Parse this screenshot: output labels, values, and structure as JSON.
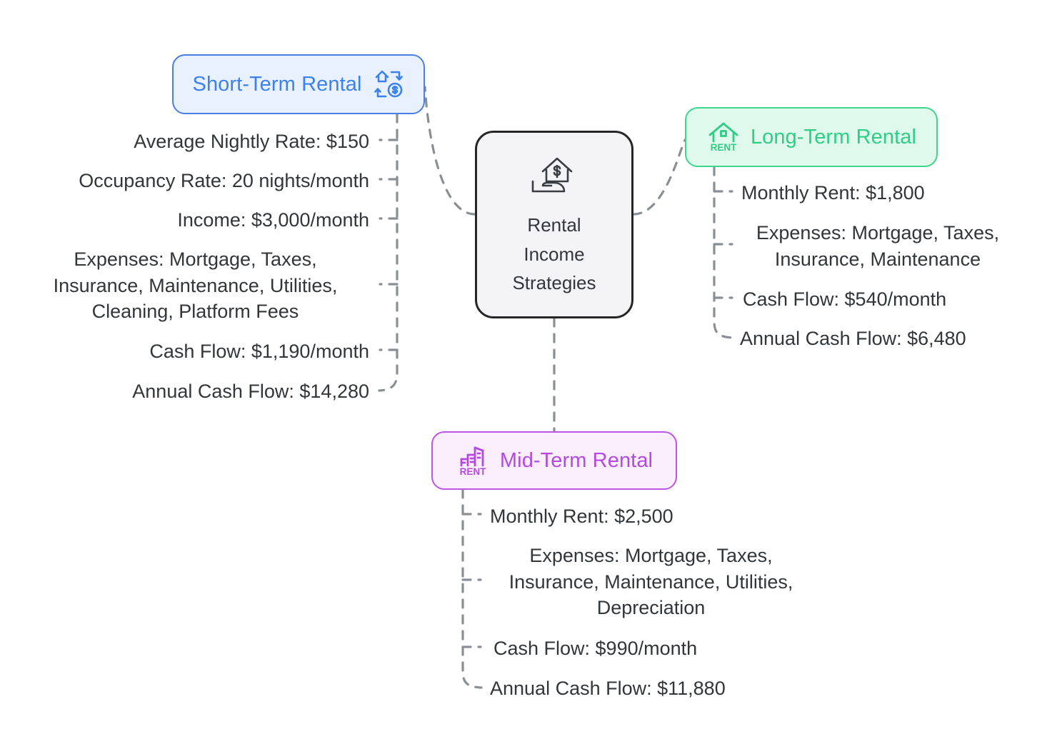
{
  "diagram": {
    "title": "Rental Income Strategies Mind Map",
    "center": {
      "line1": "Rental",
      "line2": "Income",
      "line3": "Strategies",
      "icon": "hand-holding-house-dollar-icon",
      "fill": "#f4f4f6",
      "stroke": "#262626"
    },
    "branches": [
      {
        "id": "short-term",
        "label": "Short-Term Rental",
        "icon": "house-exchange-dollar-icon",
        "color": "#3b82f0",
        "fill": "#eaf1fe",
        "stroke": "#4a7fe8",
        "side": "left",
        "items": [
          "Average Nightly Rate: $150",
          "Occupancy Rate: 20 nights/month",
          "Income: $3,000/month",
          "Expenses: Mortgage, Taxes, Insurance, Maintenance, Utilities, Cleaning, Platform Fees",
          "Cash Flow: $1,190/month",
          "Annual Cash Flow: $14,280"
        ]
      },
      {
        "id": "long-term",
        "label": "Long-Term Rental",
        "icon": "house-rent-sign-icon",
        "color": "#2ecf85",
        "fill": "#dffaec",
        "stroke": "#3dd68c",
        "side": "right",
        "items": [
          "Monthly Rent: $1,800",
          "Expenses: Mortgage, Taxes, Insurance, Maintenance",
          "Cash Flow: $540/month",
          "Annual Cash Flow: $6,480"
        ]
      },
      {
        "id": "mid-term",
        "label": "Mid-Term Rental",
        "icon": "apartment-rent-sign-icon",
        "color": "#b44be0",
        "fill": "#fbeefd",
        "stroke": "#c054e8",
        "side": "bottom",
        "items": [
          "Monthly Rent: $2,500",
          "Expenses: Mortgage, Taxes, Insurance, Maintenance, Utilities, Depreciation",
          "Cash Flow: $990/month",
          "Annual Cash Flow: $11,880"
        ]
      }
    ],
    "connector_color": "#8a8f96"
  },
  "short_items": {
    "i0": "Average Nightly Rate: $150",
    "i1": "Occupancy Rate: 20 nights/month",
    "i2": "Income: $3,000/month",
    "i3a": "Expenses: Mortgage, Taxes,",
    "i3b": "Insurance, Maintenance, Utilities,",
    "i3c": "Cleaning, Platform Fees",
    "i4": "Cash Flow: $1,190/month",
    "i5": "Annual Cash Flow: $14,280"
  },
  "long_items": {
    "i0": "Monthly Rent: $1,800",
    "i1a": "Expenses: Mortgage, Taxes,",
    "i1b": "Insurance, Maintenance",
    "i2": "Cash Flow: $540/month",
    "i3": "Annual Cash Flow: $6,480"
  },
  "mid_items": {
    "i0": "Monthly Rent: $2,500",
    "i1a": "Expenses: Mortgage, Taxes,",
    "i1b": "Insurance, Maintenance, Utilities,",
    "i1c": "Depreciation",
    "i2": "Cash Flow: $990/month",
    "i3": "Annual Cash Flow: $11,880"
  },
  "icon_text": {
    "rent": "RENT"
  }
}
